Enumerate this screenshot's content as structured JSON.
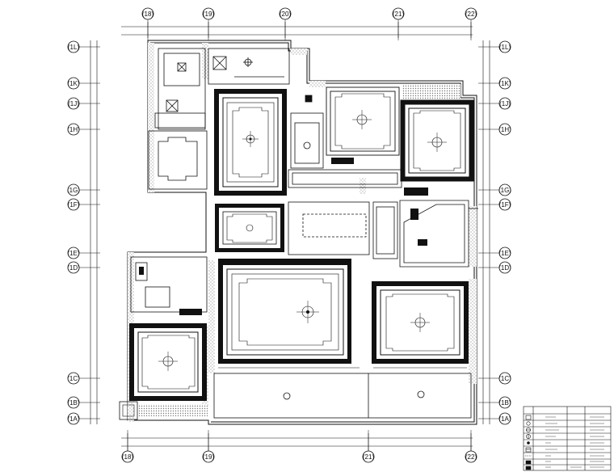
{
  "drawing": {
    "kind": "reflected-ceiling-plan",
    "line_color": "#111111",
    "background": "#ffffff",
    "hatch_color": "#9a9a9a",
    "fill_dark": "#111111"
  },
  "grid": {
    "top": [
      "(18)",
      "(19)",
      "(20)",
      "(21)",
      "(22)"
    ],
    "bottom": [
      "(18)",
      "(19)",
      "(21)",
      "(22)"
    ],
    "left": [
      "(1L)",
      "(1K)",
      "(1J)",
      "(1H)",
      "(1G)",
      "(1F)",
      "(1E)",
      "(1D)",
      "(1C)",
      "(1B)",
      "(1A)"
    ],
    "right": [
      "(1L)",
      "(1K)",
      "(1J)",
      "(1H)",
      "(1G)",
      "(1F)",
      "(1E)",
      "(1D)",
      "(1C)",
      "(1B)",
      "(1A)"
    ]
  },
  "legend": {
    "title_row": [
      "",
      "",
      "",
      ""
    ],
    "rows": 9,
    "icons": [
      "grid-light-icon",
      "downlight-icon",
      "ceiling-fan-icon",
      "chandelier-icon",
      "spotlight-icon",
      "vent-icon",
      "strip-light-icon",
      "access-panel-icon",
      "smoke-detector-icon"
    ]
  }
}
